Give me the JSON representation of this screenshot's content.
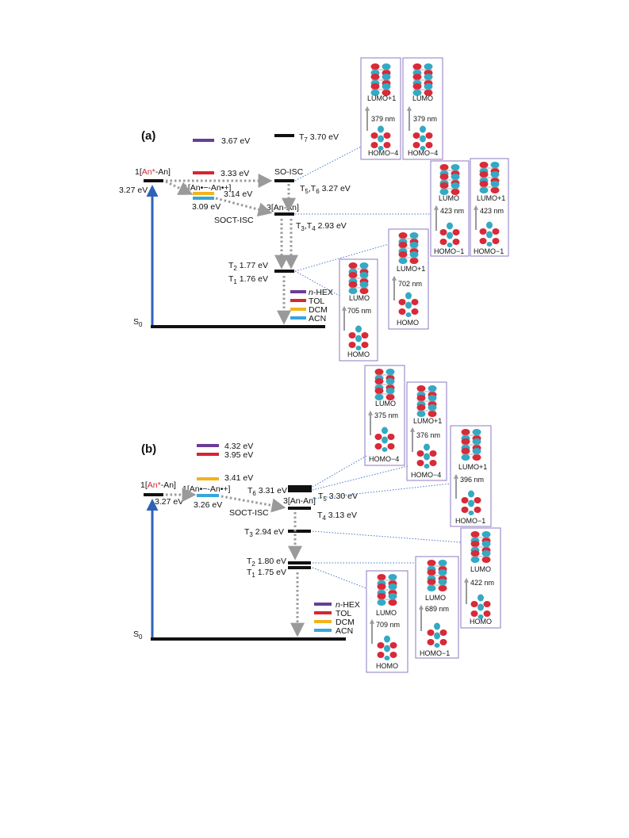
{
  "colors": {
    "nhex": "#6a3d98",
    "tol": "#d6262f",
    "dcm": "#f2b31c",
    "acn": "#35a6de",
    "excitation": "#2e62b7",
    "link": "#4a78c4",
    "box": "#8e79c0"
  },
  "legend": {
    "nhex": "n-HEX",
    "tol": "TOL",
    "dcm": "DCM",
    "acn": "ACN"
  },
  "a": {
    "panel_label": "(a)",
    "s0": "S",
    "s0_sub": "0",
    "le_label_prefix": "1[",
    "le_label_red": "An*",
    "le_label_suffix": "-An]",
    "le_energy": "3.27 eV",
    "cs_label": "1[An•−-An•+]",
    "cs_energies": {
      "nhex": "3.67 eV",
      "tol": "3.33 eV",
      "dcm": "3.14 eV",
      "acn": "3.09 eV"
    },
    "t7": "T",
    "t7_sub": "7",
    "t7_energy": "3.70 eV",
    "so_isc": "SO-ISC",
    "t56": "T",
    "t56_mid": "5",
    "t56_comma": ",T",
    "t56_sub2": "6",
    "t56_energy": "3.27 eV",
    "t3_label": "3[An-An]",
    "soct_isc": "SOCT-ISC",
    "t34": "T",
    "t34_mid": "3",
    "t34_comma": ",T",
    "t34_sub2": "4",
    "t34_energy": "2.93 eV",
    "t2": "T",
    "t2_sub": "2",
    "t2_energy": "1.77 eV",
    "t1": "T",
    "t1_sub": "1",
    "t1_energy": "1.76 eV",
    "orbitals": [
      {
        "top": "LUMO+1",
        "nm": "379 nm",
        "bottom": "HOMO−4"
      },
      {
        "top": "LUMO",
        "nm": "379 nm",
        "bottom": "HOMO−4"
      },
      {
        "top": "LUMO",
        "nm": "423 nm",
        "bottom": "HOMO−1"
      },
      {
        "top": "LUMO+1",
        "nm": "423 nm",
        "bottom": "HOMO−1"
      },
      {
        "top": "LUMO+1",
        "nm": "702 nm",
        "bottom": "HOMO"
      },
      {
        "top": "LUMO",
        "nm": "705 nm",
        "bottom": "HOMO"
      }
    ]
  },
  "b": {
    "panel_label": "(b)",
    "s0": "S",
    "s0_sub": "0",
    "le_label_prefix": "1[",
    "le_label_red": "An*",
    "le_label_suffix": "-An]",
    "le_energy": "3.27 eV",
    "cs_label": "1[An•−-An•+]",
    "cs_energies": {
      "nhex": "4.32 eV",
      "tol": "3.95 eV",
      "dcm": "3.41 eV",
      "acn": "3.26 eV"
    },
    "t6": "T",
    "t6_sub": "6",
    "t6_energy": "3.31 eV",
    "t5": "T",
    "t5_sub": "5",
    "t5_energy": "3.30 eV",
    "t3_label": "3[An-An]",
    "soct_isc": "SOCT-ISC",
    "t4": "T",
    "t4_sub": "4",
    "t4_energy": "3.13 eV",
    "t3": "T",
    "t3_sub": "3",
    "t3_energy": "2.94 eV",
    "t2": "T",
    "t2_sub": "2",
    "t2_energy": "1.80 eV",
    "t1": "T",
    "t1_sub": "1",
    "t1_energy": "1.75 eV",
    "orbitals": [
      {
        "top": "LUMO",
        "nm": "375 nm",
        "bottom": "HOMO−4"
      },
      {
        "top": "LUMO+1",
        "nm": "376 nm",
        "bottom": "HOMO−4"
      },
      {
        "top": "LUMO+1",
        "nm": "396 nm",
        "bottom": "HOMO−1"
      },
      {
        "top": "LUMO",
        "nm": "422 nm",
        "bottom": "HOMO"
      },
      {
        "top": "LUMO",
        "nm": "689 nm",
        "bottom": "HOMO−1"
      },
      {
        "top": "LUMO",
        "nm": "709 nm",
        "bottom": "HOMO"
      }
    ]
  }
}
